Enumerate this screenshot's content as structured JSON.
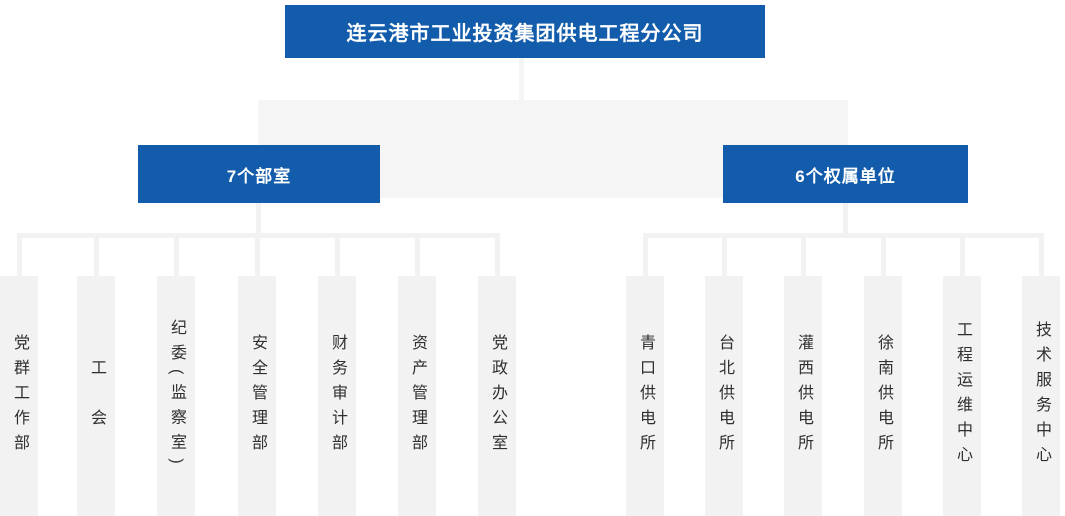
{
  "colors": {
    "primary_blue": "#135CAB",
    "leaf_background": "#F2F2F2",
    "connector": "#F2F2F2",
    "band_background": "#F5F5F5"
  },
  "org": {
    "root": "连云港市工业投资集团供电工程分公司",
    "left_branch": {
      "label": "7个部室",
      "children": [
        "党群工作部",
        "工　会",
        "纪委(监察室)",
        "安全管理部",
        "财务审计部",
        "资产管理部",
        "党政办公室"
      ]
    },
    "right_branch": {
      "label": "6个权属单位",
      "children": [
        "青口供电所",
        "台北供电所",
        "灌西供电所",
        "徐南供电所",
        "工程运维中心",
        "技术服务中心"
      ]
    }
  }
}
